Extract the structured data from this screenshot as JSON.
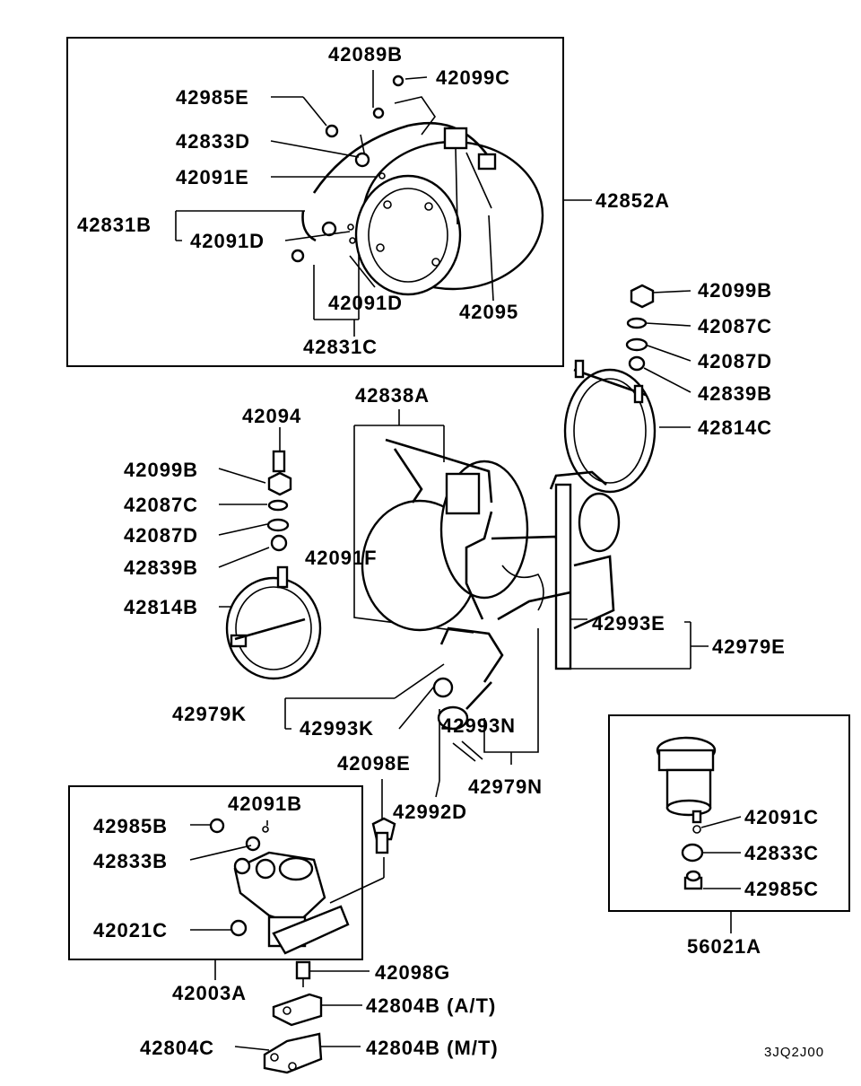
{
  "labels": {
    "l42089B": "42089B",
    "l42099C": "42099C",
    "l42985E": "42985E",
    "l42833D": "42833D",
    "l42091E": "42091E",
    "l42831B": "42831B",
    "l42091D_a": "42091D",
    "l42091D_b": "42091D",
    "l42095": "42095",
    "l42831C": "42831C",
    "l42852A": "42852A",
    "l42099B_r": "42099B",
    "l42087C_r": "42087C",
    "l42087D_r": "42087D",
    "l42839B_r": "42839B",
    "l42814C": "42814C",
    "l42838A": "42838A",
    "l42094": "42094",
    "l42099B_l": "42099B",
    "l42087C_l": "42087C",
    "l42087D_l": "42087D",
    "l42839B_l": "42839B",
    "l42091F": "42091F",
    "l42814B": "42814B",
    "l42993E": "42993E",
    "l42979E": "42979E",
    "l42979K": "42979K",
    "l42993K": "42993K",
    "l42993N": "42993N",
    "l42098E": "42098E",
    "l42979N": "42979N",
    "l42091B": "42091B",
    "l42985B": "42985B",
    "l42992D": "42992D",
    "l42833B": "42833B",
    "l42021C": "42021C",
    "l42003A": "42003A",
    "l42098G": "42098G",
    "l42804B_at": "42804B (A/T)",
    "l42804C": "42804C",
    "l42804B_mt": "42804B (M/T)",
    "l42091C": "42091C",
    "l42833C": "42833C",
    "l42985C": "42985C",
    "l56021A": "56021A"
  },
  "drawing_code": "3JQ2J00"
}
